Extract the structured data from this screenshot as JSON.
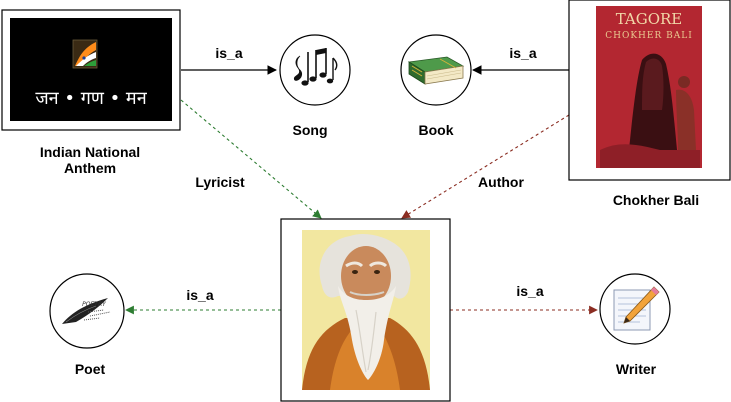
{
  "nodes": {
    "anthem": {
      "label_line1": "Indian National",
      "label_line2": "Anthem",
      "image_text": "जन • गण • मन"
    },
    "song": {
      "label": "Song"
    },
    "book": {
      "label": "Book"
    },
    "chokher_bali": {
      "label": "Chokher Bali",
      "cover_title": "TAGORE",
      "cover_subtitle": "CHOKHER BALI"
    },
    "poet": {
      "label": "Poet",
      "icon_text": "POETRY"
    },
    "writer": {
      "label": "Writer"
    }
  },
  "edges": {
    "anthem_song": "is_a",
    "chokher_book": "is_a",
    "lyricist": "Lyricist",
    "author": "Author",
    "tagore_poet": "is_a",
    "tagore_writer": "is_a"
  },
  "colors": {
    "lyricist_edge": "#2e7d32",
    "author_edge": "#8b2d22",
    "poet_edge": "#2e7d32",
    "writer_edge": "#8b2d22",
    "book_green": "#3c7a3a",
    "cover_red": "#b32731",
    "portrait_bg": "#f2e7a0"
  },
  "icons": [
    "indian-flag-icon",
    "music-notes-icon",
    "book-icon",
    "quill-pen-icon",
    "notepad-pencil-icon"
  ]
}
